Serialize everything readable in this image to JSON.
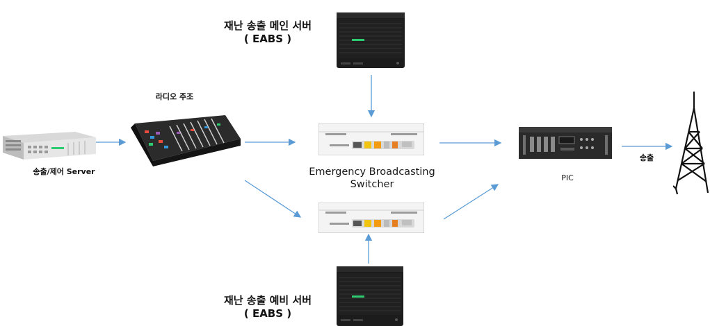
{
  "labels": {
    "main_server_line1": "재난 송출 메인 서버",
    "main_server_line2": "( EABS )",
    "backup_server_line1": "재난 송출 예비 서버",
    "backup_server_line2": "( EABS )",
    "radio_console": "라디오 주조",
    "playout_server": "송출/제어 Server",
    "switcher_line1": "Emergency Broadcasting",
    "switcher_line2": "Switcher",
    "pic": "PIC",
    "transmit": "송출"
  },
  "colors": {
    "arrow": "#5b9bd5",
    "server_body": "#1c1c1c",
    "switcher_panel": "#f4f4f4"
  },
  "icons": [
    "tower-server-icon",
    "rack-server-icon",
    "mixing-console-icon",
    "switcher-unit-icon",
    "pic-unit-icon",
    "transmission-tower-icon"
  ]
}
